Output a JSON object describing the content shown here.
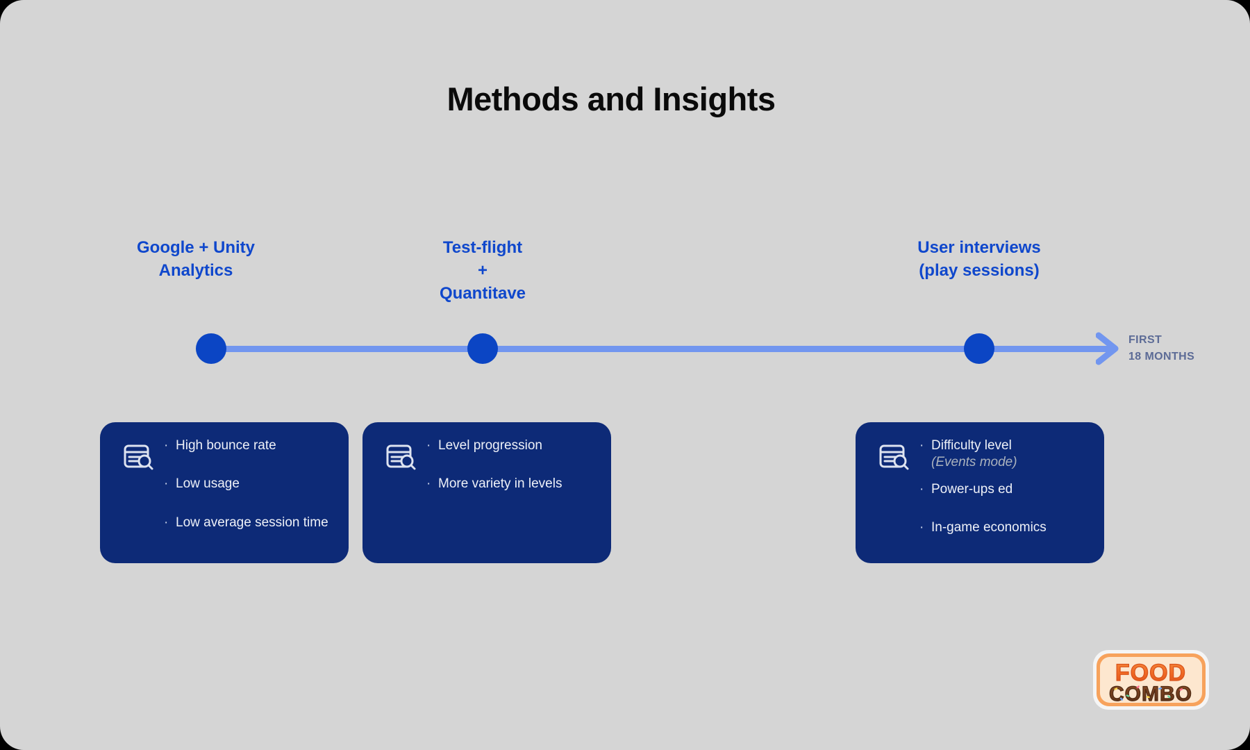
{
  "slide": {
    "title": "Methods and Insights",
    "background_color": "#d5d5d5"
  },
  "timeline": {
    "accent_color": "#0f47cc",
    "line_color": "#7296ef",
    "dot_color": "#0b45c4",
    "range_label_line1": "FIRST",
    "range_label_line2": "18 MONTHS",
    "range_label_color": "#5c6b96",
    "milestones": [
      {
        "label_line1": "Google + Unity",
        "label_line2": "Analytics",
        "label_line3": ""
      },
      {
        "label_line1": "Test-flight",
        "label_line2": "+",
        "label_line3": "Quantitave"
      },
      {
        "label_line1": "User interviews",
        "label_line2": "(play sessions)",
        "label_line3": ""
      }
    ]
  },
  "cards": {
    "background_color": "#0d2a77",
    "items": [
      {
        "icon": "document-search-icon",
        "bullets": [
          {
            "text": "High bounce rate",
            "note": ""
          },
          {
            "text": "Low usage",
            "note": ""
          },
          {
            "text": "Low average session time",
            "note": ""
          }
        ]
      },
      {
        "icon": "document-search-icon",
        "bullets": [
          {
            "text": "Level progression",
            "note": ""
          },
          {
            "text": "More variety in levels",
            "note": ""
          }
        ]
      },
      {
        "icon": "document-search-icon",
        "bullets": [
          {
            "text": "Difficulty level",
            "note": "(Events mode)"
          },
          {
            "text": "Power-ups ed",
            "note": ""
          },
          {
            "text": "In-game economics",
            "note": ""
          }
        ]
      }
    ],
    "bullet_glyph": "·"
  },
  "logo": {
    "line1": "FOOD",
    "line2": "COMBO",
    "line1_color": "#ef6723",
    "line2_color": "#6b3a1c"
  }
}
